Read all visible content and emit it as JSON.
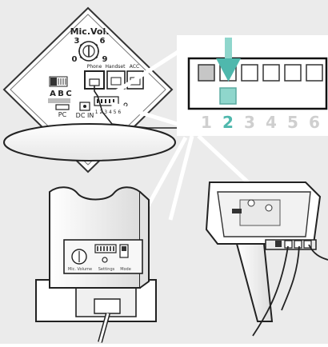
{
  "illustration": {
    "background": "#ebebeb",
    "accent": "#8fd6cc",
    "accent_dark": "#4fb8ad",
    "dial": {
      "title": "Mic.Vol.",
      "numbers": [
        "3",
        "6",
        "0",
        "9"
      ]
    },
    "ports": {
      "phone": "Phone",
      "handset": "Handset",
      "acc": "ACC",
      "pc": "PC",
      "dc_in": "DC IN",
      "switch_digits": "1 2 3 4 5 6"
    },
    "abc_switch": [
      "A",
      "B",
      "C"
    ],
    "dip_switch": {
      "numbers": [
        "1",
        "2",
        "3",
        "4",
        "5",
        "6"
      ],
      "selected": "2",
      "selected_index": 1
    },
    "base_labels": {
      "mic_volume": "Mic. Volume",
      "settings": "Settings",
      "mode": "Mode"
    },
    "icons": [
      "arrow-down-icon"
    ]
  }
}
